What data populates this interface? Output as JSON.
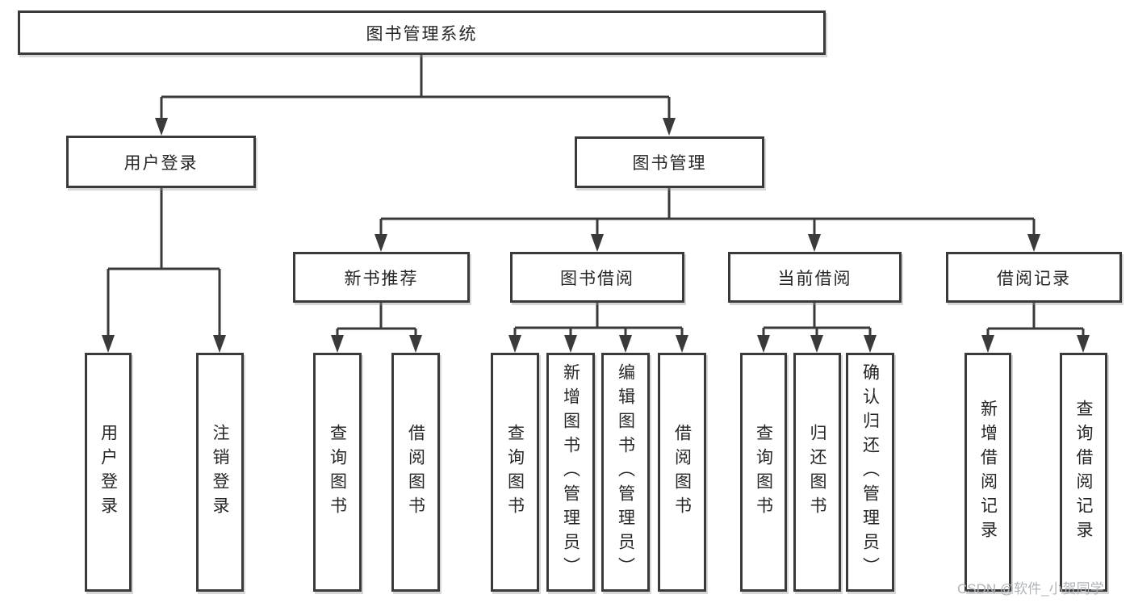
{
  "diagram_title": "图书管理系统",
  "nodes": {
    "root": {
      "label": "图书管理系统"
    },
    "user_login": {
      "label": "用户登录"
    },
    "book_mgmt": {
      "label": "图书管理"
    },
    "new_book_rec": {
      "label": "新书推荐"
    },
    "book_borrow": {
      "label": "图书借阅"
    },
    "current_borrow": {
      "label": "当前借阅"
    },
    "borrow_records": {
      "label": "借阅记录"
    },
    "leaf_user_login": {
      "label": "用户登录"
    },
    "leaf_logout": {
      "label": "注销登录"
    },
    "leaf_query_book_a": {
      "label": "查询图书"
    },
    "leaf_borrow_book_a": {
      "label": "借阅图书"
    },
    "leaf_query_book_b": {
      "label": "查询图书"
    },
    "leaf_add_book": {
      "label": "新增图书（管理员）"
    },
    "leaf_edit_book": {
      "label": "编辑图书（管理员）"
    },
    "leaf_borrow_book_b": {
      "label": "借阅图书"
    },
    "leaf_query_book_c": {
      "label": "查询图书"
    },
    "leaf_return_book": {
      "label": "归还图书"
    },
    "leaf_confirm_return": {
      "label": "确认归还（管理员）"
    },
    "leaf_add_borrow_record": {
      "label": "新增借阅记录"
    },
    "leaf_query_borrow_record": {
      "label": "查询借阅记录"
    }
  },
  "hierarchy": {
    "图书管理系统": [
      "用户登录",
      "图书管理"
    ],
    "用户登录": [
      "用户登录",
      "注销登录"
    ],
    "图书管理": [
      "新书推荐",
      "图书借阅",
      "当前借阅",
      "借阅记录"
    ],
    "新书推荐": [
      "查询图书",
      "借阅图书"
    ],
    "图书借阅": [
      "查询图书",
      "新增图书（管理员）",
      "编辑图书（管理员）",
      "借阅图书"
    ],
    "当前借阅": [
      "查询图书",
      "归还图书",
      "确认归还（管理员）"
    ],
    "借阅记录": [
      "新增借阅记录",
      "查询借阅记录"
    ]
  },
  "watermark": "CSDN @软件_小贺同学",
  "colors": {
    "line": "#3a3a3a",
    "text": "#262626",
    "watermark": "#b0b4b8",
    "background": "#ffffff"
  }
}
